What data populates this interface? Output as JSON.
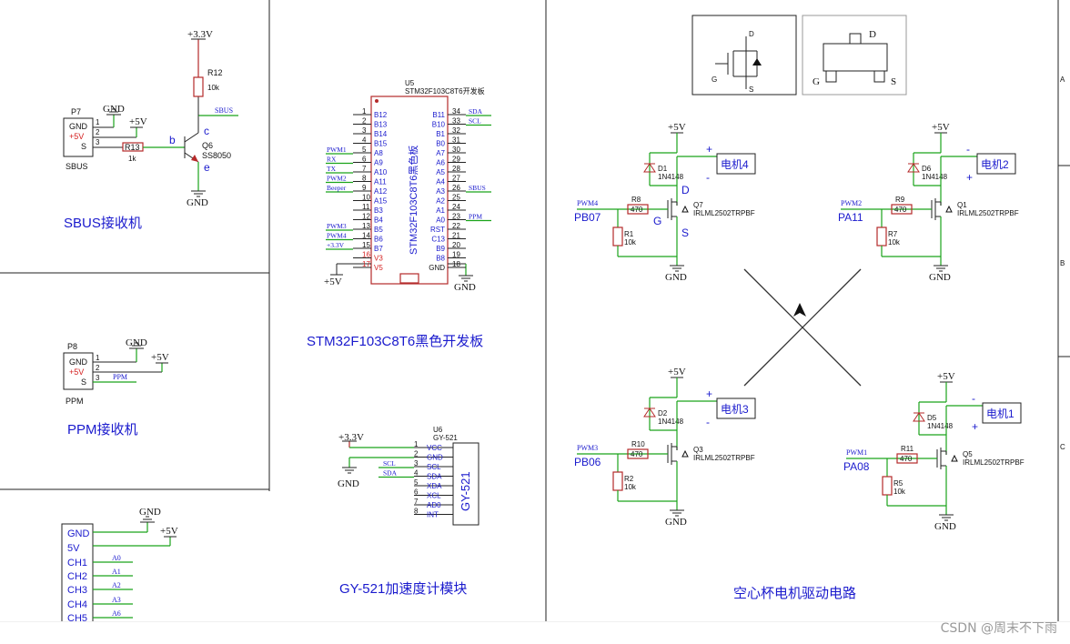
{
  "sbus": {
    "title": "SBUS接收机",
    "header_ref": "P7",
    "header_name": "SBUS",
    "pins": [
      "GND",
      "+5V",
      "S"
    ],
    "pin_nums": [
      "1",
      "2",
      "3"
    ],
    "gnd": "GND",
    "vcc5": "+5V",
    "vcc33": "+3.3V",
    "r12_ref": "R12",
    "r12_val": "10k",
    "r13_ref": "R13",
    "r13_val": "1k",
    "q6_ref": "Q6",
    "q6_val": "SS8050",
    "b": "b",
    "c": "c",
    "e": "e",
    "net_sbus": "SBUS"
  },
  "ppm": {
    "title": "PPM接收机",
    "header_ref": "P8",
    "header_name": "PPM",
    "pins": [
      "GND",
      "+5V",
      "S"
    ],
    "pin_nums": [
      "1",
      "2",
      "3"
    ],
    "gnd": "GND",
    "vcc5": "+5V",
    "net_ppm": "PPM"
  },
  "rx_header": {
    "gnd": "GND",
    "vcc5": "+5V",
    "pins": [
      "GND",
      "5V",
      "CH1",
      "CH2",
      "CH3",
      "CH4",
      "CH5"
    ],
    "nets": [
      "A0",
      "A1",
      "A2",
      "A3",
      "A6"
    ]
  },
  "mcu": {
    "title": "STM32F103C8T6黑色开发板",
    "ref": "U5",
    "name": "STM32F103C8T6开发板",
    "body": "STM32F103C8T6黑色板",
    "left_nums": [
      "1",
      "2",
      "3",
      "4",
      "5",
      "6",
      "7",
      "8",
      "9",
      "10",
      "11",
      "12",
      "13",
      "14",
      "15",
      "16",
      "17"
    ],
    "left_pins": [
      "B12",
      "B13",
      "B14",
      "B15",
      "A8",
      "A9",
      "A10",
      "A11",
      "A12",
      "A15",
      "B3",
      "B4",
      "B5",
      "B6",
      "B7",
      "V3",
      "V5"
    ],
    "left_nets": [
      "",
      "",
      "",
      "",
      "PWM1",
      "RX",
      "TX",
      "PWM2",
      "Beeper",
      "",
      "",
      "",
      "PWM3",
      "PWM4",
      "+3.3V",
      "",
      ""
    ],
    "right_nums": [
      "34",
      "33",
      "32",
      "31",
      "30",
      "29",
      "28",
      "27",
      "26",
      "25",
      "24",
      "23",
      "22",
      "21",
      "20",
      "19",
      "18"
    ],
    "right_pins": [
      "B11",
      "B10",
      "B1",
      "B0",
      "A7",
      "A6",
      "A5",
      "A4",
      "A3",
      "A2",
      "A1",
      "A0",
      "RST",
      "C13",
      "B9",
      "B8",
      "GND"
    ],
    "right_nets": [
      "SDA",
      "SCL",
      "",
      "",
      "",
      "",
      "",
      "",
      "SBUS",
      "",
      "",
      "PPM",
      "",
      "",
      "",
      "",
      ""
    ],
    "vcc5": "+5V",
    "gnd": "GND"
  },
  "imu": {
    "title": "GY-521加速度计模块",
    "ref": "U6",
    "name": "GY-521",
    "body": "GY-521",
    "nums": [
      "1",
      "2",
      "3",
      "4",
      "5",
      "6",
      "7",
      "8"
    ],
    "pins": [
      "VCC",
      "GND",
      "SCL",
      "SDA",
      "XDA",
      "XCL",
      "AD0",
      "INT"
    ],
    "nets": [
      "",
      "",
      "SCL",
      "SDA",
      "",
      "",
      "",
      ""
    ],
    "vcc33": "+3.3V",
    "gnd": "GND"
  },
  "motor": {
    "title": "空心杯电机驱动电路",
    "mosfet_legend": {
      "d": "D",
      "g": "G",
      "s": "S"
    },
    "drivers": [
      {
        "motor": "电机4",
        "net": "PWM4",
        "pin": "PB07",
        "diode": "D1",
        "rg": "R8",
        "rd": "R1",
        "q": "Q7",
        "mark_d": "D",
        "mark_g": "G",
        "mark_s": "S"
      },
      {
        "motor": "电机2",
        "net": "PWM2",
        "pin": "PA11",
        "diode": "D6",
        "rg": "R9",
        "rd": "R7",
        "q": "Q1"
      },
      {
        "motor": "电机3",
        "net": "PWM3",
        "pin": "PB06",
        "diode": "D2",
        "rg": "R10",
        "rd": "R2",
        "q": "Q3"
      },
      {
        "motor": "电机1",
        "net": "PWM1",
        "pin": "PA08",
        "diode": "D5",
        "rg": "R11",
        "rd": "R5",
        "q": "Q5"
      }
    ],
    "diode_val": "1N4148",
    "rg_val": "470",
    "rd_val": "10k",
    "q_val": "IRLML2502TRPBF",
    "vcc5": "+5V",
    "gnd": "GND",
    "plus": "+",
    "minus": "-"
  },
  "frame": {
    "rows": [
      "A",
      "B",
      "C"
    ]
  },
  "watermark": "CSDN @周末不下雨"
}
